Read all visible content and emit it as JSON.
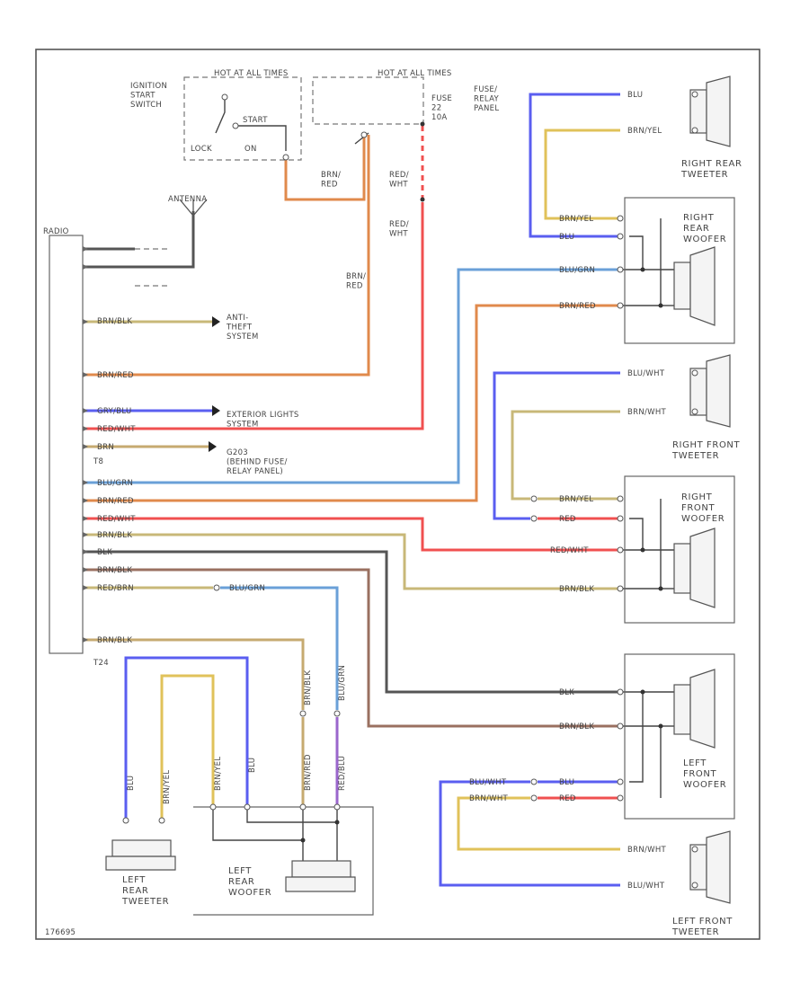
{
  "labels": {
    "hot_run_start": "HOT AT ALL TIMES",
    "ignition_start_switch": "IGNITION\nSTART\nSWITCH",
    "start": "START",
    "lock": "LOCK",
    "on": "ON",
    "fuse_relay_panel": "FUSE/\nRELAY\nPANEL",
    "fuse": "FUSE\n22\n10A",
    "antenna": "ANTENNA",
    "radio": "RADIO",
    "anti_theft": "ANTI-\nTHEFT\nSYSTEM",
    "exterior_lights": "EXTERIOR LIGHTS\nSYSTEM",
    "g203": "G203\n(BEHIND FUSE/\nRELAY PANEL)",
    "t8": "T8",
    "t24": "T24",
    "right_rear_tweeter": "RIGHT REAR\nTWEETER",
    "right_rear_woofer": "RIGHT\nREAR\nWOOFER",
    "right_front_tweeter": "RIGHT FRONT\nTWEETER",
    "right_front_woofer": "RIGHT\nFRONT\nWOOFER",
    "left_front_woofer": "LEFT\nFRONT\nWOOFER",
    "left_front_tweeter": "LEFT FRONT\nTWEETER",
    "left_rear_tweeter": "LEFT\nREAR\nTWEETER",
    "left_rear_woofer": "LEFT\nREAR\nWOOFER",
    "brn_red": "BRN/\nRED",
    "red_wht": "RED/\nWHT",
    "code": "176695"
  },
  "wires": {
    "brn_blk": "BRN/BLK",
    "brn_red": "BRN/RED",
    "gry_blu": "GRY/BLU",
    "red_wht": "RED/WHT",
    "brn": "BRN",
    "blu_grn": "BLU/GRN",
    "red_brn": "RED/BRN",
    "blk": "BLK",
    "blu": "BLU",
    "brn_yel": "BRN/YEL",
    "blu_wht": "BLU/WHT",
    "brn_wht": "BRN/WHT",
    "red": "RED",
    "red_blu": "RED/BLU"
  },
  "colors": {
    "blue": "#5a5ef0",
    "yellow": "#e0c25a",
    "orange": "#e08a4c",
    "red": "#f05050",
    "olive": "#c8b878",
    "gray": "#555555",
    "brown": "#9a7060",
    "purple": "#9a66cc",
    "lightblue": "#6aa0d8",
    "tan": "#c6aa70"
  }
}
